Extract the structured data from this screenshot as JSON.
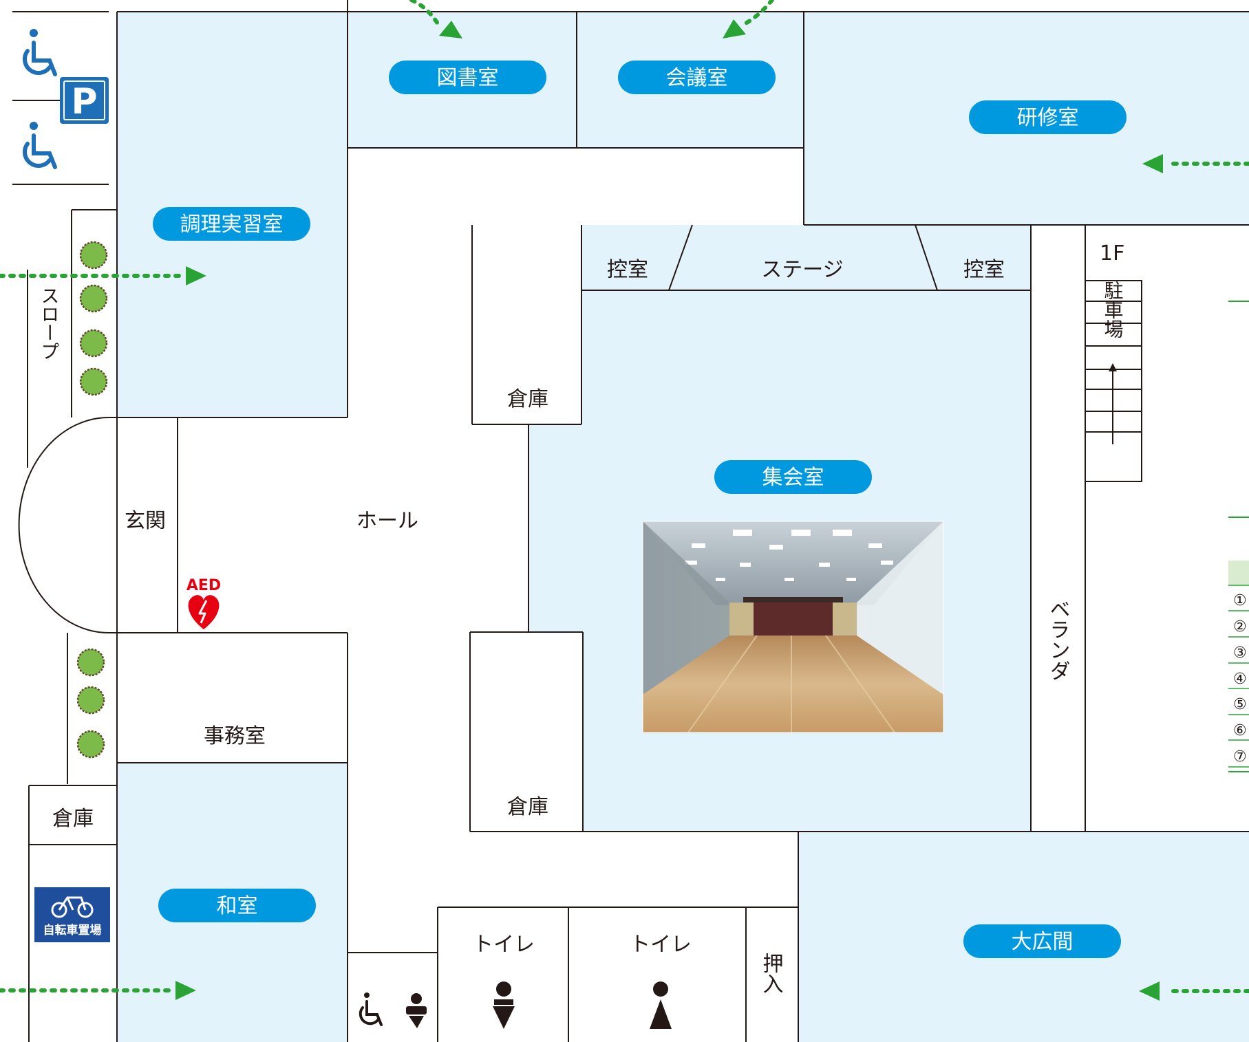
{
  "colors": {
    "room_fill": "#e3f3fb",
    "pill": "#0099e0",
    "line": "#231815",
    "arrow": "#2aa335",
    "disabled_blue": "#1d6fb8",
    "aed_red": "#e60012",
    "tree_green": "#7cbb4a"
  },
  "floor_label": "1F",
  "rooms": {
    "library": "図書室",
    "meeting": "会議室",
    "training": "研修室",
    "cooking": "調理実習室",
    "assembly": "集会室",
    "japanese": "和室",
    "hall_large": "大広間"
  },
  "labels": {
    "green_room_left": "控室",
    "green_room_right": "控室",
    "stage": "ステージ",
    "storage_upper": "倉庫",
    "storage_lower": "倉庫",
    "storage_left": "倉庫",
    "entrance": "玄関",
    "hall": "ホール",
    "office": "事務室",
    "slope": "スロープ",
    "veranda": "ベランダ",
    "toilet_1": "トイレ",
    "toilet_2": "トイレ",
    "closet": "押入",
    "parking_stair": "駐車場",
    "aed": "AED",
    "bicycle_parking": "自転車置場",
    "parking_sign": "P"
  },
  "side_list": [
    "①",
    "②",
    "③",
    "④",
    "⑤",
    "⑥",
    "⑦"
  ],
  "icons": [
    "wheelchair-icon",
    "parking-icon",
    "aed-icon",
    "bicycle-icon",
    "baby-changing-icon",
    "male-toilet-icon",
    "female-toilet-icon",
    "tree-icon",
    "arrow-icon"
  ]
}
